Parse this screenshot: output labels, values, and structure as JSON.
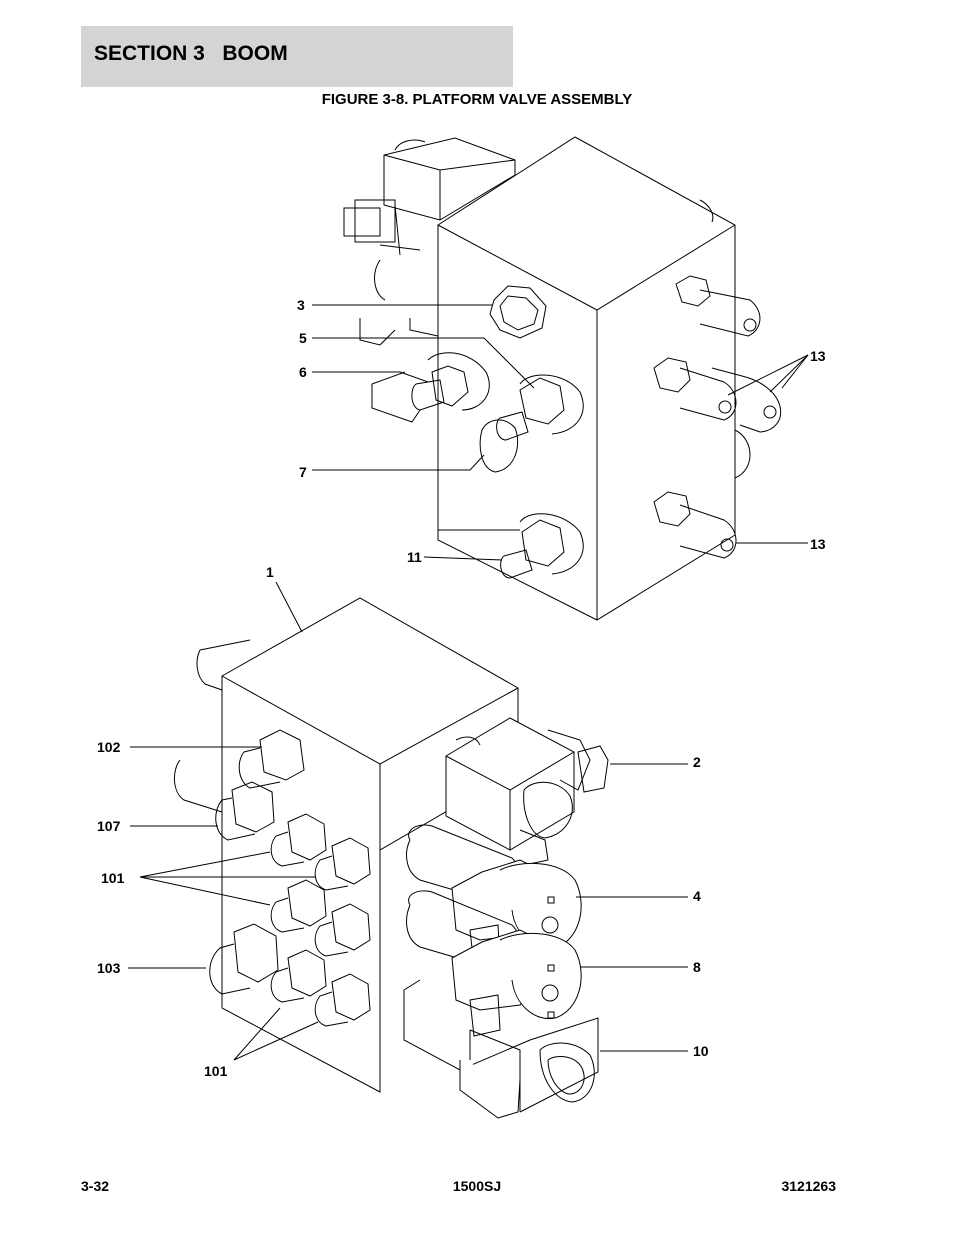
{
  "header": {
    "section": "SECTION 3   BOOM"
  },
  "figure": {
    "title": "FIGURE 3-8. PLATFORM VALVE ASSEMBLY"
  },
  "callouts": {
    "c3": "3",
    "c5": "5",
    "c6": "6",
    "c7": "7",
    "c11": "11",
    "c13a": "13",
    "c13b": "13",
    "c1": "1",
    "c2": "2",
    "c102": "102",
    "c107": "107",
    "c101a": "101",
    "c103": "103",
    "c101b": "101",
    "c4": "4",
    "c8": "8",
    "c10": "10"
  },
  "footer": {
    "page": "3-32",
    "model": "1500SJ",
    "doc_number": "3121263"
  }
}
